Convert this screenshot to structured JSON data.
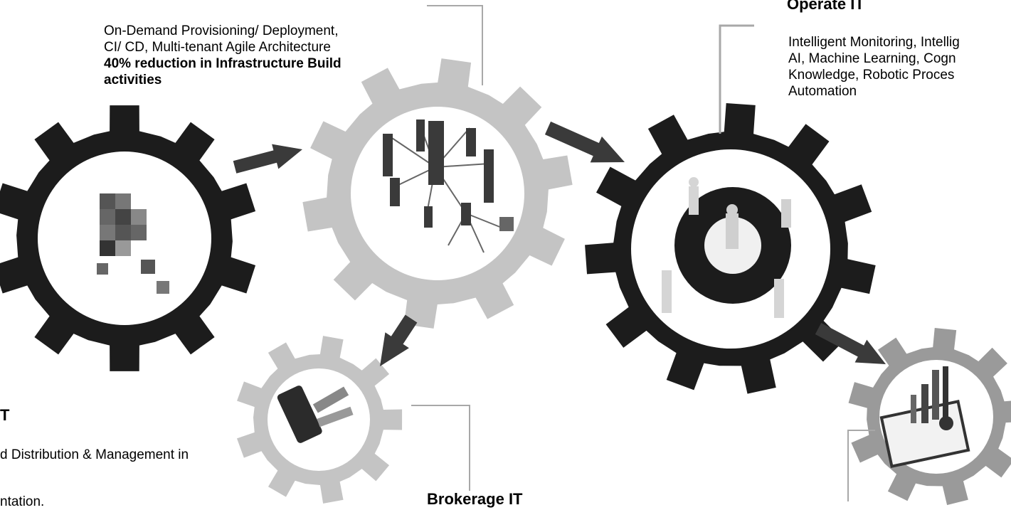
{
  "deploy": {
    "lines": [
      "On-Demand Provisioning/ Deployment,",
      "CI/ CD, Multi-tenant Agile Architecture"
    ],
    "highlight": [
      "40% reduction in Infrastructure Build",
      "activities"
    ]
  },
  "operate": {
    "title": "Operate IT",
    "lines": [
      "Intelligent Monitoring, Intellig",
      "AI, Machine Learning, Cogn",
      "Knowledge, Robotic Proces",
      "Automation"
    ]
  },
  "left_text": {
    "title": "T",
    "lines": [
      "d Distribution & Management in",
      "ntation."
    ]
  },
  "brokerage": {
    "title": "Brokerage IT"
  },
  "colors": {
    "dark_gear": "#1c1c1c",
    "light_gear": "#c4c4c4",
    "mid_gear": "#9a9a9a",
    "arrow": "#3a3a3a",
    "connector": "#999999"
  }
}
